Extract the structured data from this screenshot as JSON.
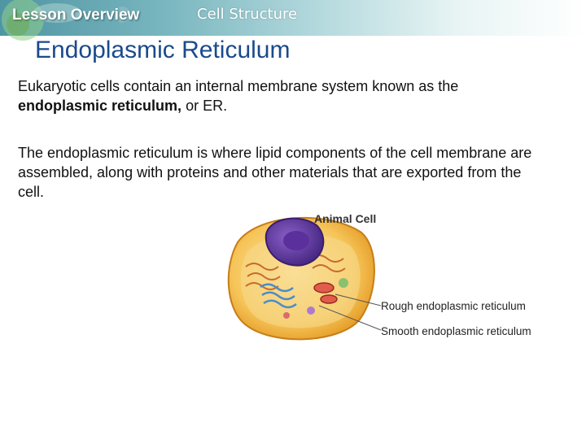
{
  "header": {
    "lesson_label": "Lesson Overview",
    "section_label": "Cell Structure"
  },
  "slide": {
    "title": "Endoplasmic Reticulum",
    "paragraph1_part1": "Eukaryotic cells contain an internal membrane system known as the ",
    "paragraph1_bold": "endoplasmic reticulum,",
    "paragraph1_part2": " or ER.",
    "paragraph2": "The endoplasmic reticulum is where lipid components of the cell membrane are assembled, along with proteins and other materials that are exported from the cell."
  },
  "figure": {
    "title": "Animal Cell",
    "labels": [
      "Rough endoplasmic reticulum",
      "Smooth endoplasmic reticulum"
    ]
  }
}
